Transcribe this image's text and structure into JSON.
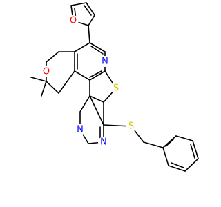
{
  "molecule": {
    "atoms": {
      "o_furan": {
        "label": "O",
        "color": "#ff0000"
      },
      "o_pyran": {
        "label": "O",
        "color": "#ff0000"
      },
      "n_pyridine": {
        "label": "N",
        "color": "#0000ff"
      },
      "s_thiophene": {
        "label": "S",
        "color": "#cccc00"
      },
      "n_pyrimidine_top": {
        "label": "N",
        "color": "#0000ff"
      },
      "n_pyrimidine_bottom": {
        "label": "N",
        "color": "#0000ff"
      },
      "s_thioether": {
        "label": "S",
        "color": "#cccc00"
      }
    },
    "bond_color": "#000000"
  }
}
